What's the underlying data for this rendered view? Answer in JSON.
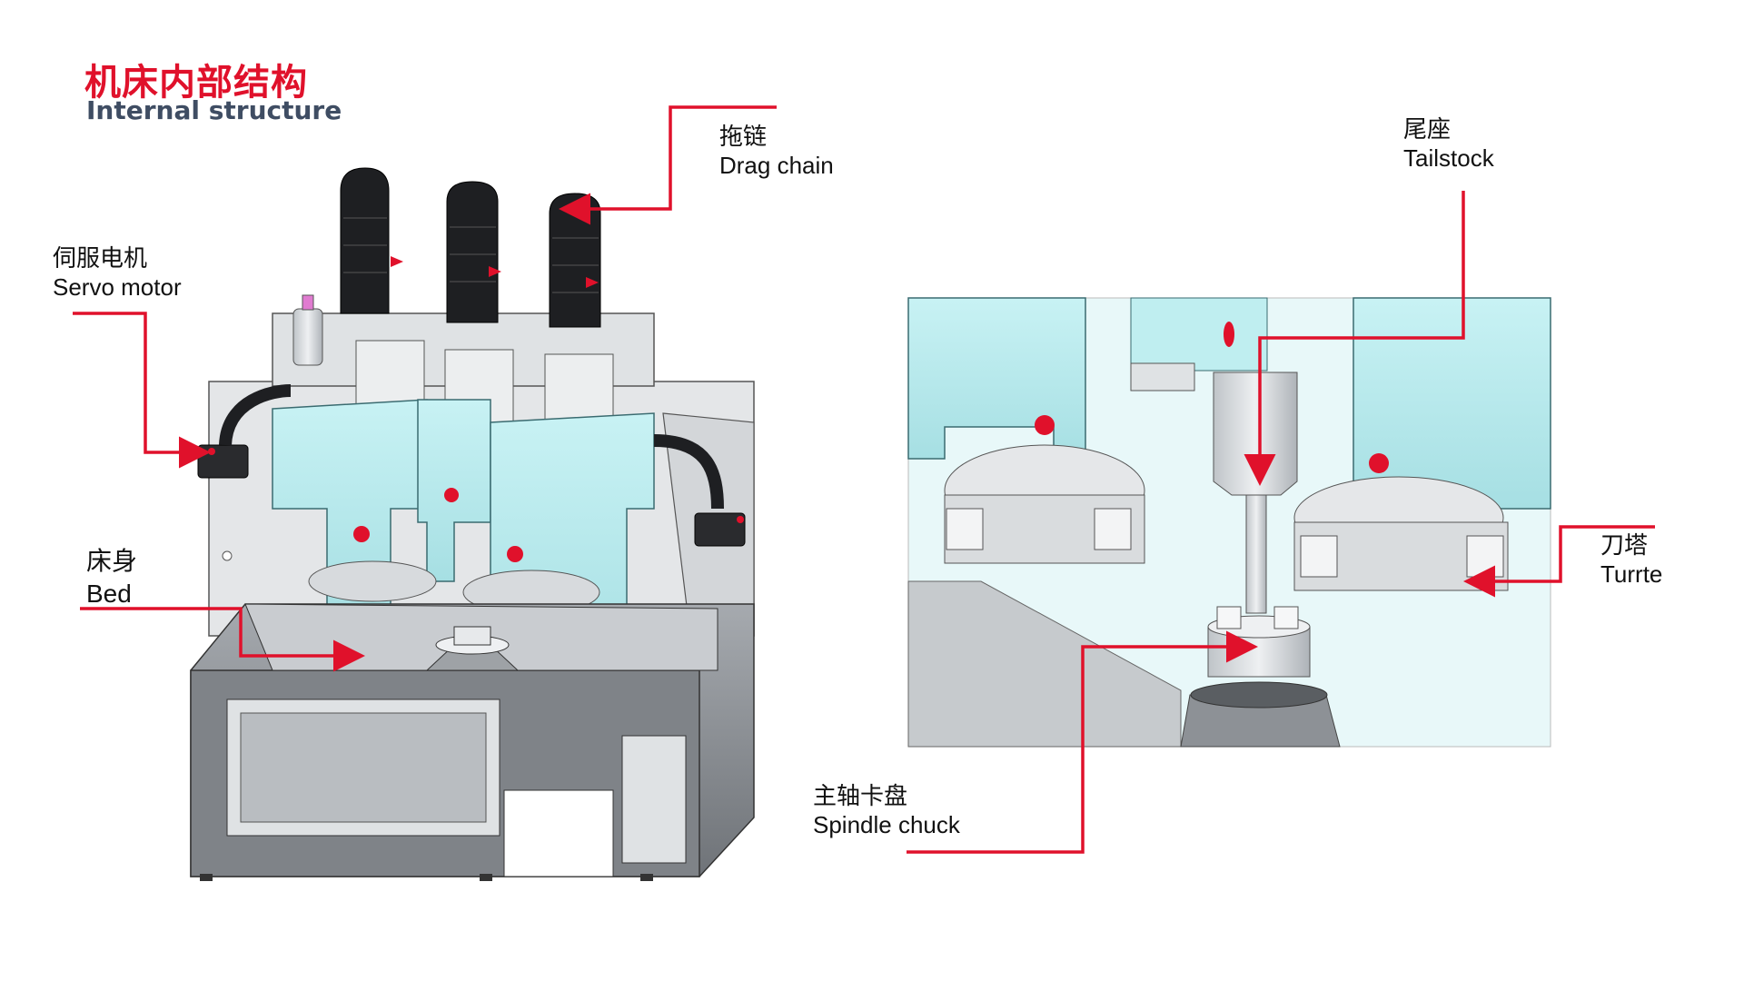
{
  "header": {
    "title_cn": "机床内部结构",
    "title_en": "Internal structure"
  },
  "labels": {
    "drag_chain": {
      "cn": "拖链",
      "en": "Drag chain"
    },
    "servo_motor": {
      "cn": "伺服电机",
      "en": "Servo motor"
    },
    "bed": {
      "cn": "床身",
      "en": "Bed"
    },
    "tailstock": {
      "cn": "尾座",
      "en": "Tailstock"
    },
    "turret": {
      "cn": "刀塔",
      "en": "Turrte"
    },
    "spindle_chuck": {
      "cn": "主轴卡盘",
      "en": "Spindle chuck"
    }
  },
  "colors": {
    "accent_red": "#e0112b",
    "title_navy": "#3f4d63",
    "machine_cyan": "#bfeef0",
    "machine_steel": "#d9dde0",
    "bed_gray": "#8d9196",
    "drag_chain_black": "#1e1f22"
  }
}
